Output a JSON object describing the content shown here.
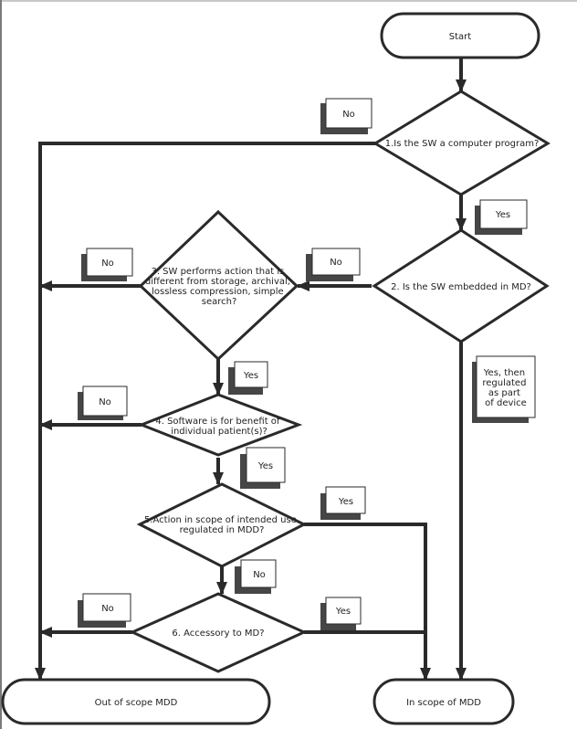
{
  "diagram": {
    "colors": {
      "stroke": "#2a2a2a",
      "shadow": "#464646",
      "fill": "#ffffff",
      "text": "#222222"
    },
    "terminals": {
      "start": "Start",
      "out_of_scope": "Out of scope MDD",
      "in_scope": "In scope of MDD"
    },
    "decisions": [
      {
        "id": "q1",
        "lines": [
          "1.Is the SW a computer program?"
        ]
      },
      {
        "id": "q2",
        "lines": [
          "2. Is the SW embedded in MD?"
        ]
      },
      {
        "id": "q3",
        "lines": [
          "3. SW performs action that is",
          "different from storage, archival,",
          "lossless compression, simple",
          "search?"
        ]
      },
      {
        "id": "q4",
        "lines": [
          "4. Software is for benefit of",
          "individual patient(s)?"
        ]
      },
      {
        "id": "q5",
        "lines": [
          "5.Action in scope of intended use",
          "regulated in MDD?"
        ]
      },
      {
        "id": "q6",
        "lines": [
          "6. Accessory to MD?"
        ]
      }
    ],
    "edge_labels": {
      "q1_no": [
        "No"
      ],
      "q1_yes": [
        "Yes"
      ],
      "q2_no": [
        "No"
      ],
      "q2_yes": [
        "Yes, then",
        "regulated",
        "as part",
        "of device"
      ],
      "q3_no": [
        "No"
      ],
      "q3_yes": [
        "Yes"
      ],
      "q4_no": [
        "No"
      ],
      "q4_yes": [
        "Yes"
      ],
      "q5_yes": [
        "Yes"
      ],
      "q5_no": [
        "No"
      ],
      "q6_no": [
        "No"
      ],
      "q6_yes": [
        "Yes"
      ]
    }
  }
}
